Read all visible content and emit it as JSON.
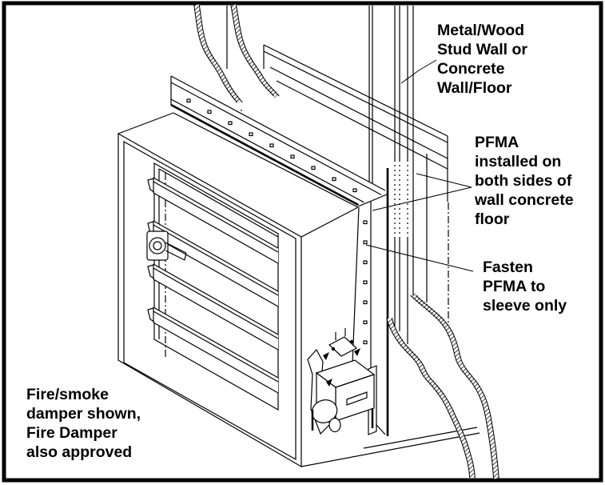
{
  "figure": {
    "background": "#ffffff",
    "line_color": "#000000",
    "border_color": "#000000"
  },
  "labels": {
    "wall": {
      "text": "Metal/Wood\nStud Wall or\nConcrete\nWall/Floor"
    },
    "pfma": {
      "text": "PFMA\ninstalled on\nboth sides of\nwall concrete\nfloor"
    },
    "fasten": {
      "text": "Fasten\nPFMA to\nsleeve only"
    },
    "damper_note": {
      "text": "Fire/smoke\ndamper shown,\nFire Damper\nalso approved"
    }
  }
}
